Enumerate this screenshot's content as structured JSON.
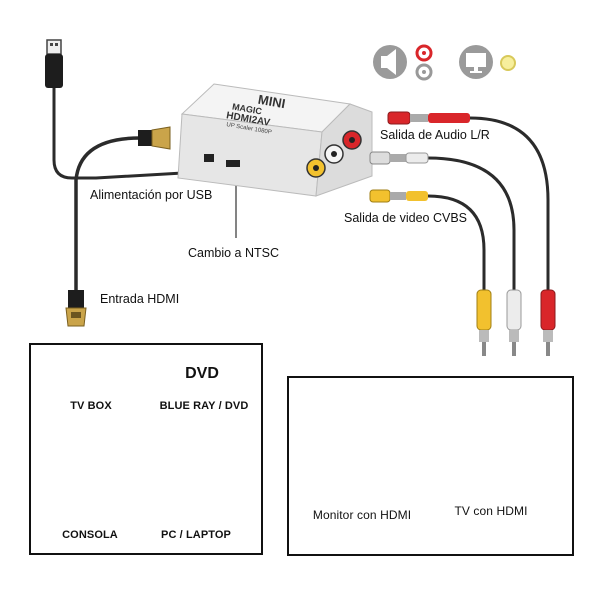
{
  "adapter": {
    "brand": "MINI",
    "model": "HDMI2AV",
    "logo": "MAGIC",
    "subtitle": "UP Scaler 1080P"
  },
  "labels": {
    "audio_out": "Salida de Audio L/R",
    "video_out": "Salida de video CVBS",
    "usb_power": "Alimentación por USB",
    "ntsc_switch": "Cambio a NTSC",
    "hdmi_in": "Entrada HDMI"
  },
  "sources": {
    "tv_box": "TV BOX",
    "dvd": "DVD",
    "bluray": "BLUE RAY / DVD",
    "console": "CONSOLA",
    "pc": "PC / LAPTOP"
  },
  "displays": {
    "monitor": "Monitor con HDMI",
    "tv": "TV con HDMI"
  },
  "colors": {
    "rca_red": "#d9262a",
    "rca_white": "#e8e8e8",
    "rca_yellow": "#f2c12e",
    "cable": "#2b2b2b"
  }
}
